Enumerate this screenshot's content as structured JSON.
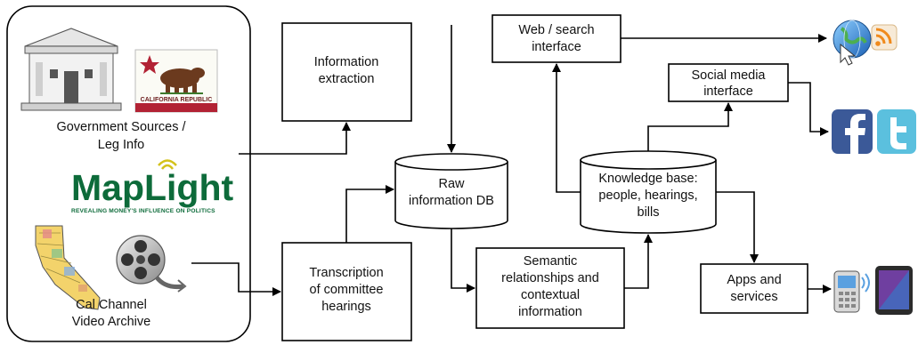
{
  "sources": {
    "gov_label_line1": "Government Sources /",
    "gov_label_line2": "Leg Info",
    "flag_text": "CALIFORNIA REPUBLIC",
    "maplight_name": "MapLight",
    "maplight_tagline": "REVEALING MONEY'S INFLUENCE ON POLITICS",
    "video_label_line1": "Cal Channel",
    "video_label_line2": "Video Archive"
  },
  "nodes": {
    "info_extraction": [
      "Information",
      "extraction"
    ],
    "transcription": [
      "Transcription",
      "of committee",
      "hearings"
    ],
    "raw_db": [
      "Raw",
      "information DB"
    ],
    "semantic": [
      "Semantic",
      "relationships and",
      "contextual",
      "information"
    ],
    "knowledge_base": [
      "Knowledge base:",
      "people, hearings,",
      "bills"
    ],
    "web_search": [
      "Web / search",
      "interface"
    ],
    "social_media": [
      "Social media",
      "interface"
    ],
    "apps": [
      "Apps and",
      "services"
    ]
  },
  "icons": {
    "web": [
      "globe-icon",
      "rss-icon"
    ],
    "social": [
      "facebook-icon",
      "twitter-icon"
    ],
    "apps": [
      "mobile-phone-icon",
      "tablet-icon"
    ]
  },
  "colors": {
    "maplight_green": "#0d6b3a",
    "facebook_blue": "#3b5998",
    "twitter_blue": "#5bc0de",
    "rss_orange": "#f08a1c"
  }
}
